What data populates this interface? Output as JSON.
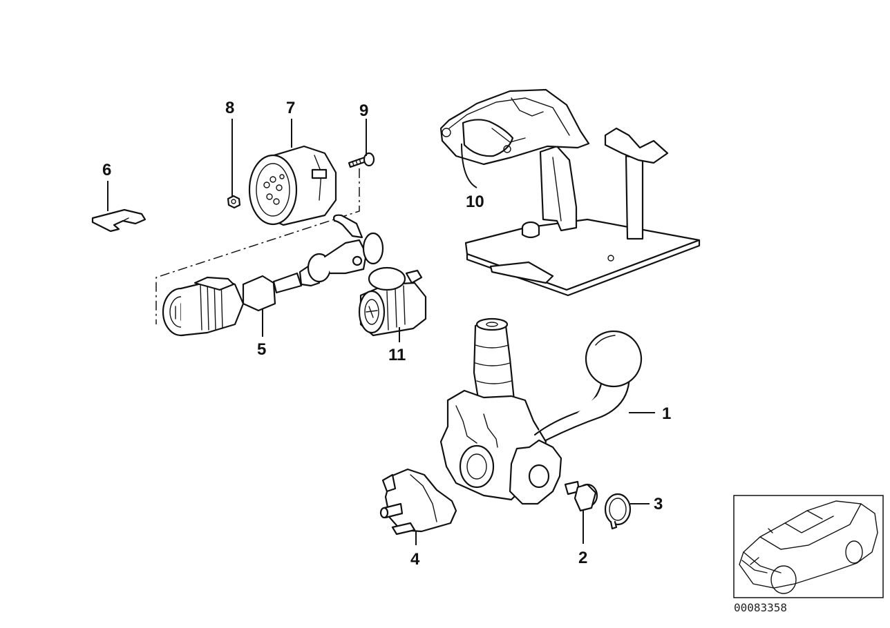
{
  "diagram": {
    "callouts": [
      {
        "id": "1",
        "label": "1"
      },
      {
        "id": "2",
        "label": "2"
      },
      {
        "id": "3",
        "label": "3"
      },
      {
        "id": "4",
        "label": "4"
      },
      {
        "id": "5",
        "label": "5"
      },
      {
        "id": "6",
        "label": "6"
      },
      {
        "id": "7",
        "label": "7"
      },
      {
        "id": "8",
        "label": "8"
      },
      {
        "id": "9",
        "label": "9"
      },
      {
        "id": "10",
        "label": "10"
      },
      {
        "id": "11",
        "label": "11"
      }
    ],
    "document_number": "00083358"
  }
}
